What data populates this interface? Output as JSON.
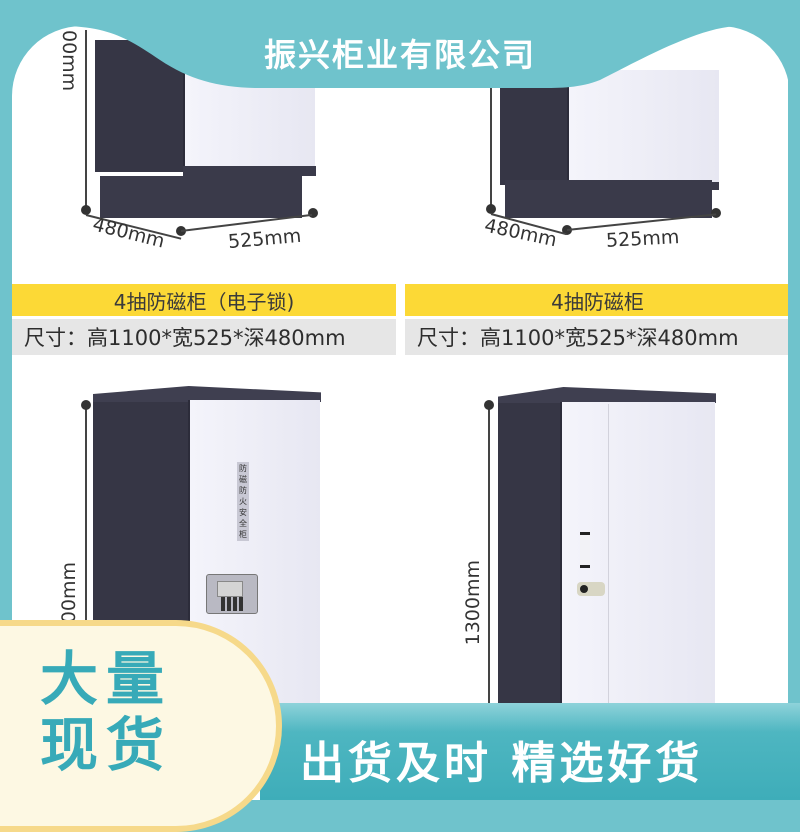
{
  "header": {
    "company_name": "振兴柜业有限公司"
  },
  "products": [
    {
      "name": "4抽防磁柜（电子锁)",
      "size": "尺寸：高1100*宽525*深480mm",
      "dims": {
        "height_partial": "00mm",
        "depth": "480mm",
        "width": "525mm"
      }
    },
    {
      "name": "4抽防磁柜",
      "size": "尺寸：高1100*宽525*深480mm",
      "dims": {
        "depth": "480mm",
        "width": "525mm"
      }
    },
    {
      "label_plate": "防磁防火安全柜",
      "dims": {
        "height": "1300mm"
      }
    },
    {
      "dims": {
        "height": "1300mm"
      }
    }
  ],
  "promo": {
    "badge_line1": "大量",
    "badge_line2": "现货",
    "banner": "出货及时  精选好货"
  },
  "colors": {
    "teal": "#6fc3cc",
    "badge_text": "#37aab8",
    "yellow": "#fcd936",
    "cabinet_dark": "#363645"
  }
}
